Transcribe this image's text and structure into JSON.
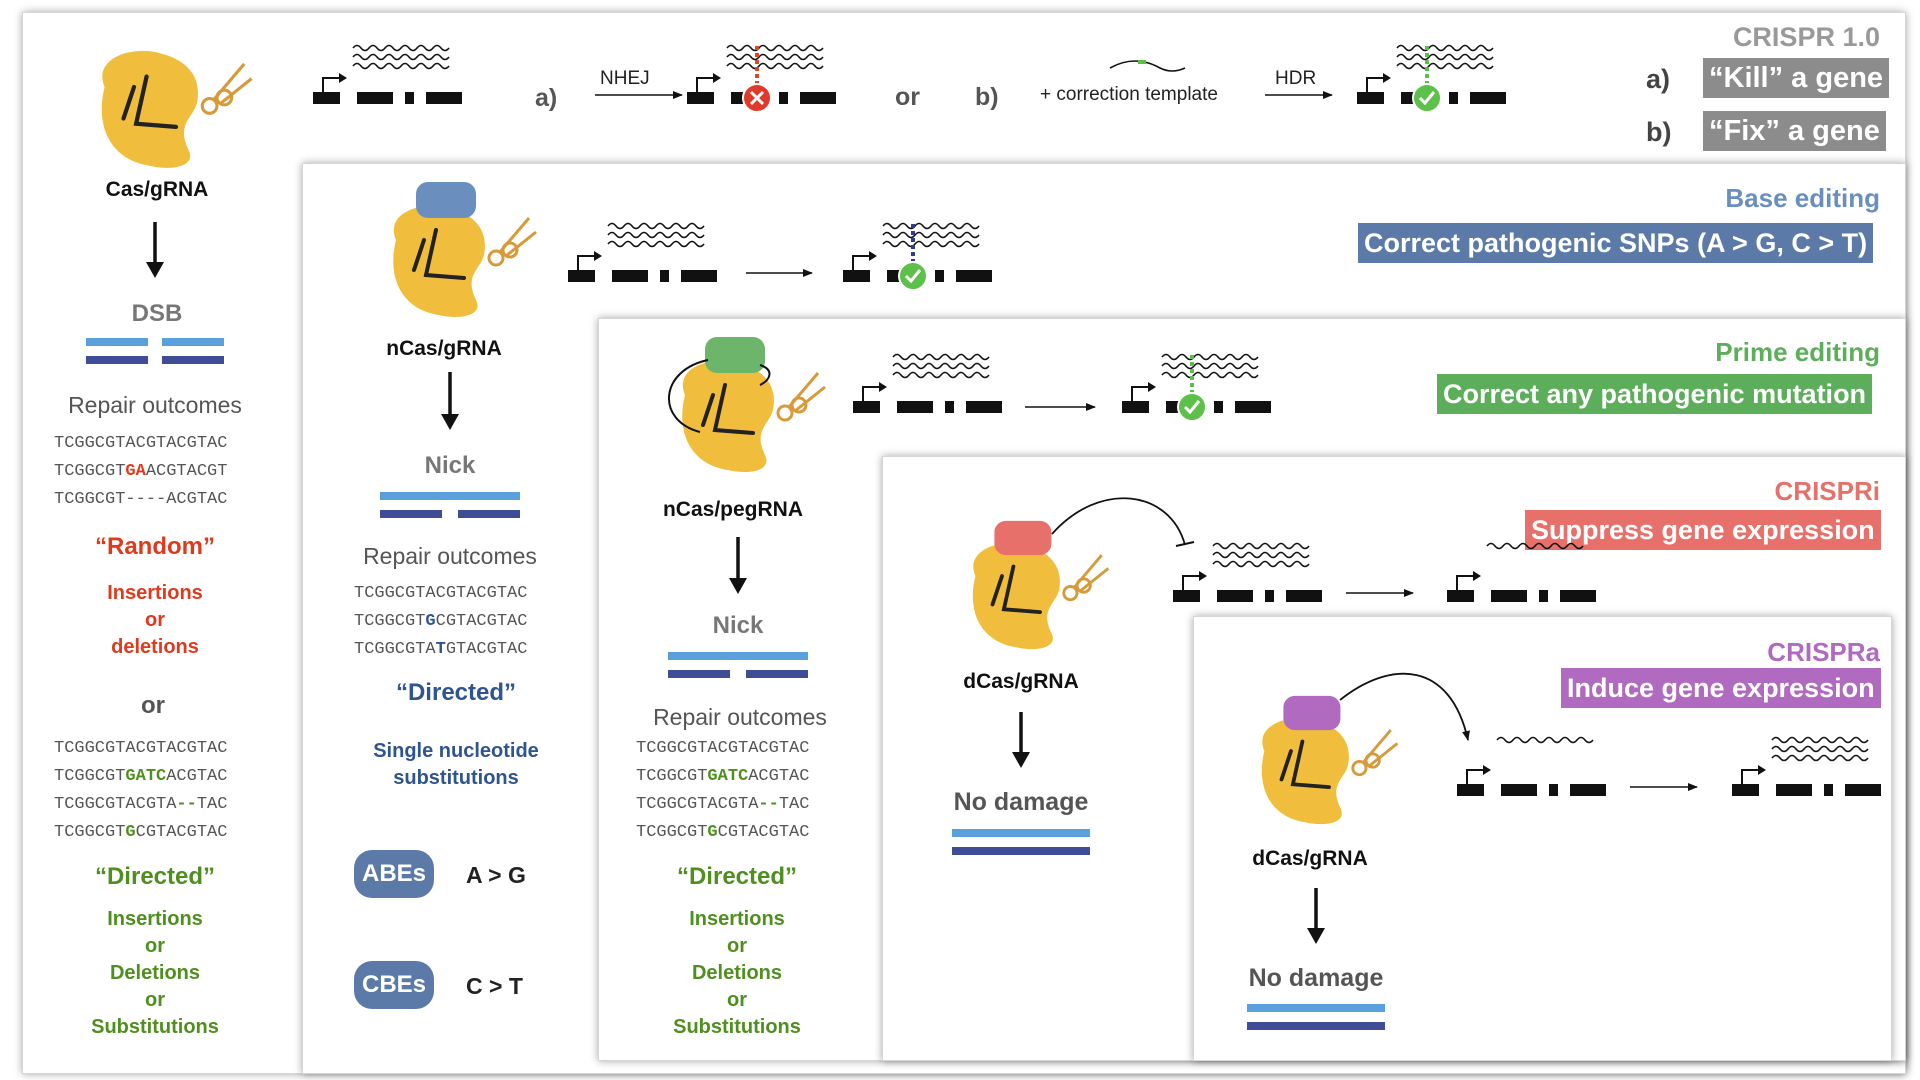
{
  "colors": {
    "gray_title": "#999999",
    "gray_box": "#8c8c8c",
    "base_blue": "#6a8fbf",
    "base_box": "#5b7aa8",
    "prime_green": "#5cae5a",
    "crispri_red": "#e8706a",
    "crispra_purple": "#b06bc0",
    "enzyme_yellow": "#f1bd3c",
    "random_red": "#e03a1e",
    "directed_green": "#4f8f1f",
    "directed_blue": "#2e5491",
    "strand_light": "#5aa0dc",
    "strand_dark": "#3f4d99"
  },
  "crispr1": {
    "title": "CRISPR 1.0",
    "a_marker": "a)",
    "a_text": "“Kill” a gene",
    "b_marker": "b)",
    "b_text": "“Fix” a gene",
    "flow_a": "a)",
    "nhej": "NHEJ",
    "or": "or",
    "flow_b": "b)",
    "correction": "+ correction template",
    "hdr": "HDR",
    "enzyme": "Cas/gRNA",
    "break": "DSB",
    "repair": "Repair outcomes",
    "seqs_random": [
      {
        "pre": "TCGGCGTACGTACGTAC",
        "hl": "",
        "post": ""
      },
      {
        "pre": "TCGGCGT",
        "hl": "GA",
        "post": "ACGTACGT"
      },
      {
        "pre": "TCGGCGT----ACGTAC",
        "hl": "",
        "post": ""
      }
    ],
    "random_label": "“Random”",
    "random_lines": [
      "Insertions",
      "or",
      "deletions"
    ],
    "middle_or": "or",
    "seqs_directed": [
      {
        "pre": "TCGGCGTACGTACGTAC",
        "hl": "",
        "post": ""
      },
      {
        "pre": "TCGGCGT",
        "hl": "GATC",
        "post": "ACGTAC"
      },
      {
        "pre": "TCGGCGTACGTA",
        "hl": "--",
        "post": "TAC"
      },
      {
        "pre": "TCGGCGT",
        "hl": "G",
        "post": "CGTACGTAC"
      }
    ],
    "directed_label": "“Directed”",
    "directed_lines": [
      "Insertions",
      "or",
      "Deletions",
      "or",
      "Substitutions"
    ]
  },
  "base": {
    "title": "Base editing",
    "box": "Correct pathogenic SNPs (A > G, C > T)",
    "enzyme": "nCas/gRNA",
    "break": "Nick",
    "repair": "Repair outcomes",
    "seqs": [
      {
        "pre": "TCGGCGTACGTACGTAC",
        "hl": "",
        "post": ""
      },
      {
        "pre": "TCGGCGT",
        "hl": "G",
        "post": "CGTACGTAC"
      },
      {
        "pre": "TCGGCGTA",
        "hl": "T",
        "post": "GTACGTAC"
      }
    ],
    "directed_label": "“Directed”",
    "sub_lines": [
      "Single nucleotide",
      "substitutions"
    ],
    "abe": "ABEs",
    "abe_change": "A > G",
    "cbe": "CBEs",
    "cbe_change": "C > T"
  },
  "prime": {
    "title": "Prime editing",
    "box": "Correct any pathogenic mutation",
    "enzyme": "nCas/pegRNA",
    "break": "Nick",
    "repair": "Repair outcomes",
    "seqs": [
      {
        "pre": "TCGGCGTACGTACGTAC",
        "hl": "",
        "post": ""
      },
      {
        "pre": "TCGGCGT",
        "hl": "GATC",
        "post": "ACGTAC"
      },
      {
        "pre": "TCGGCGTACGTA",
        "hl": "--",
        "post": "TAC"
      },
      {
        "pre": "TCGGCGT",
        "hl": "G",
        "post": "CGTACGTAC"
      }
    ],
    "directed_label": "“Directed”",
    "directed_lines": [
      "Insertions",
      "or",
      "Deletions",
      "or",
      "Substitutions"
    ]
  },
  "crispri": {
    "title": "CRISPRi",
    "box": "Suppress gene expression",
    "enzyme": "dCas/gRNA",
    "result": "No damage"
  },
  "crispra": {
    "title": "CRISPRa",
    "box": "Induce gene expression",
    "enzyme": "dCas/gRNA",
    "result": "No damage"
  }
}
